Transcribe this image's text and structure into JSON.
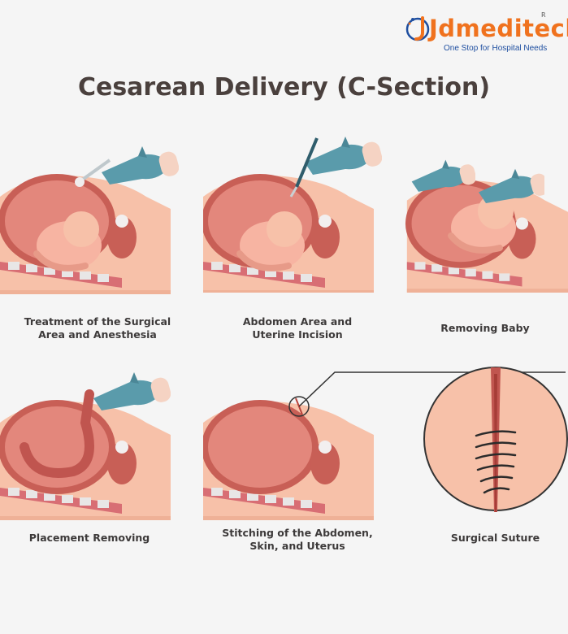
{
  "brand": {
    "name": "Jdmeditech",
    "registered": "R",
    "tagline": "One Stop for Hospital Needs"
  },
  "title": "Cesarean Delivery (C-Section)",
  "steps": [
    {
      "label_line1": "Treatment of the Surgical",
      "label_line2": "Area and Anesthesia",
      "icon": "sterilization-illustration"
    },
    {
      "label_line1": "Abdomen Area and",
      "label_line2": "Uterine Incision",
      "icon": "incision-illustration"
    },
    {
      "label_line1": "Removing Baby",
      "label_line2": "",
      "icon": "baby-removal-illustration"
    },
    {
      "label_line1": "Placement Removing",
      "label_line2": "",
      "icon": "placenta-removal-illustration"
    },
    {
      "label_line1": "Stitching of the Abdomen,",
      "label_line2": "Skin, and Uterus",
      "icon": "stitching-illustration"
    },
    {
      "label_line1": "Surgical Suture",
      "label_line2": "",
      "icon": "suture-closeup-illustration"
    }
  ],
  "colors": {
    "skin": "#f7c1a9",
    "uterus": "#e3877c",
    "uterus_dark": "#c85f56",
    "glove": "#5a9bab",
    "title": "#4a403d",
    "brand_orange": "#f0721e",
    "brand_blue": "#1f4fa0"
  }
}
